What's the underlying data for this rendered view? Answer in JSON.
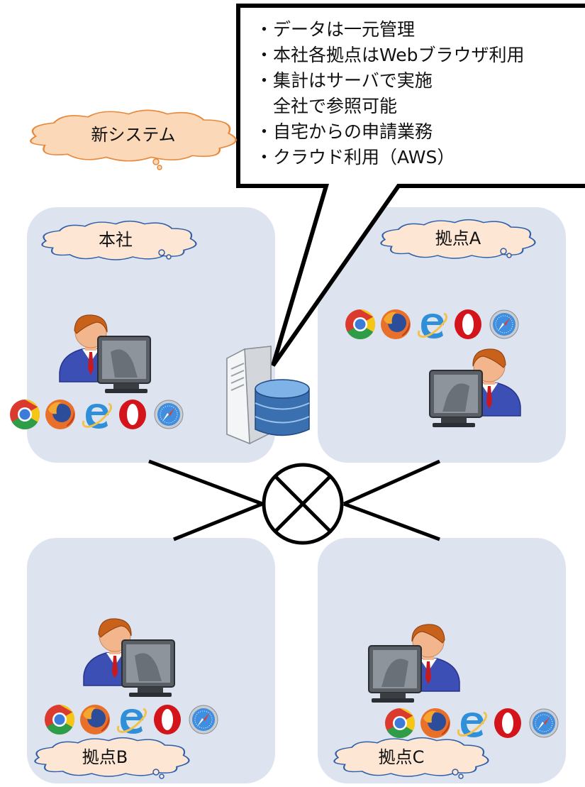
{
  "note": {
    "lines": [
      "・データは一元管理",
      "・本社各拠点はWebブラウザ利用",
      "・集計はサーバで実施",
      "　全社で参照可能",
      "・自宅からの申請業務",
      "・クラウド利用（AWS）"
    ]
  },
  "system_label": "新システム",
  "sites": {
    "honsha": "本社",
    "a": "拠点A",
    "b": "拠点B",
    "c": "拠点C"
  },
  "colors": {
    "site_bg": "#dde4f0",
    "cloud_fill": "#fde6d4",
    "cloud_stroke": "#2e5fa8",
    "system_cloud_fill": "#fbd8b8",
    "system_cloud_stroke": "#e8883a"
  },
  "icons": [
    "chrome-icon",
    "firefox-icon",
    "ie-icon",
    "opera-icon",
    "safari-icon"
  ]
}
